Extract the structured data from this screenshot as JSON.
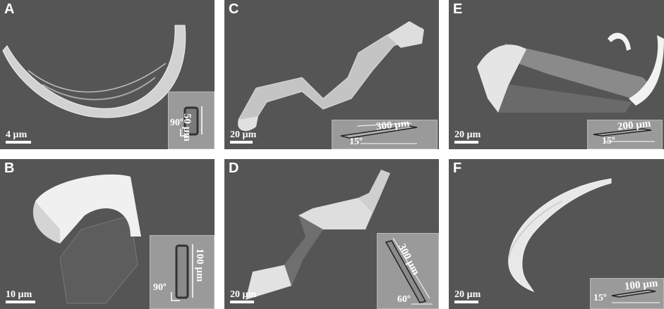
{
  "panels": {
    "A": {
      "letter": "A",
      "scale": "4 µm",
      "dim": "50 µm",
      "angle": "90º"
    },
    "B": {
      "letter": "B",
      "scale": "10 µm",
      "dim": "100 µm",
      "angle": "90º"
    },
    "C": {
      "letter": "C",
      "scale": "20 µm",
      "dim": "300 µm",
      "angle": "15º"
    },
    "D": {
      "letter": "D",
      "scale": "20 µm",
      "dim": "300 µm",
      "angle": "60º"
    },
    "E": {
      "letter": "E",
      "scale": "20 µm",
      "dim": "200 µm",
      "angle": "15º"
    },
    "F": {
      "letter": "F",
      "scale": "20 µm",
      "dim": "100 µm",
      "angle": "15º"
    }
  },
  "colors": {
    "background": "#555555",
    "ribbon_light": "#e6e6e6",
    "ribbon_dark": "#6a6a6a",
    "inset": "#9a9a9a"
  }
}
